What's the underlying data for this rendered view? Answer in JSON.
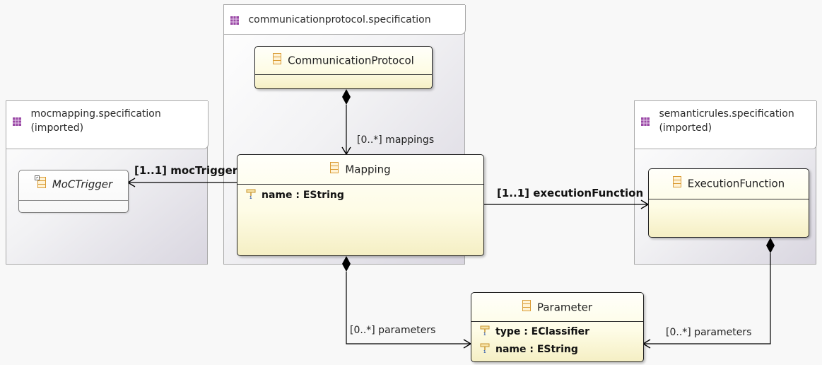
{
  "packages": {
    "communication": {
      "title": "communicationprotocol.specification"
    },
    "mocmapping": {
      "title_line1": "mocmapping.specification",
      "title_line2": "(imported)"
    },
    "semanticrules": {
      "title_line1": "semanticrules.specification",
      "title_line2": "(imported)"
    }
  },
  "classes": {
    "communication_protocol": {
      "name": "CommunicationProtocol"
    },
    "mapping": {
      "name": "Mapping",
      "attributes": [
        "name : EString"
      ]
    },
    "moc_trigger": {
      "name": "MoCTrigger"
    },
    "execution_function": {
      "name": "ExecutionFunction"
    },
    "parameter": {
      "name": "Parameter",
      "attributes": [
        "type : EClassifier",
        "name : EString"
      ]
    }
  },
  "references": {
    "mappings": "[0..*] mappings",
    "moc_trigger": "[1..1] mocTrigger",
    "execution_function": "[1..1] executionFunction",
    "mapping_parameters": "[0..*] parameters",
    "function_parameters": "[0..*] parameters"
  },
  "icons": {
    "package": "package-icon",
    "class": "eclass-icon",
    "attribute": "eattribute-icon",
    "imported_class": "imported-eclass-icon"
  },
  "colors": {
    "class_fill": "#fefce6",
    "class_border": "#222222",
    "package_icon": "#9b4aa6",
    "class_icon": "#d99a33",
    "attribute_icon": "#c8942e"
  }
}
